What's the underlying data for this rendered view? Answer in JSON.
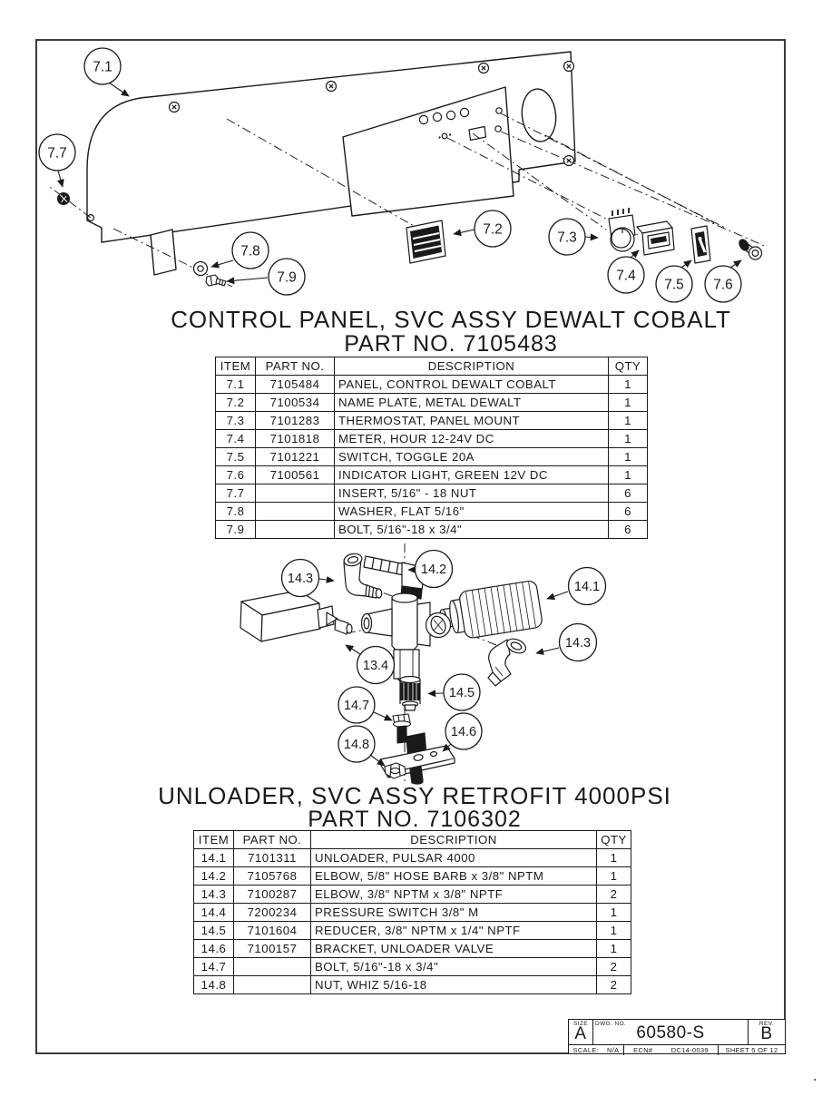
{
  "sheet": {
    "bg_color": "#ffffff",
    "line_color": "#1a1a1a",
    "frame_color": "#3a3a3a"
  },
  "assembly1": {
    "title": "CONTROL PANEL, SVC ASSY DEWALT COBALT",
    "subtitle": "PART NO. 7105483",
    "balloons": [
      "7.1",
      "7.2",
      "7.3",
      "7.4",
      "7.5",
      "7.6",
      "7.7",
      "7.8",
      "7.9"
    ],
    "table": {
      "headers": [
        "ITEM",
        "PART NO.",
        "DESCRIPTION",
        "QTY"
      ],
      "rows": [
        [
          "7.1",
          "7105484",
          "PANEL, CONTROL DEWALT COBALT",
          "1"
        ],
        [
          "7.2",
          "7100534",
          "NAME PLATE, METAL DEWALT",
          "1"
        ],
        [
          "7.3",
          "7101283",
          "THERMOSTAT, PANEL MOUNT",
          "1"
        ],
        [
          "7.4",
          "7101818",
          "METER, HOUR 12-24V DC",
          "1"
        ],
        [
          "7.5",
          "7101221",
          "SWITCH, TOGGLE 20A",
          "1"
        ],
        [
          "7.6",
          "7100561",
          "INDICATOR LIGHT, GREEN 12V DC",
          "1"
        ],
        [
          "7.7",
          "",
          "INSERT, 5/16\" - 18 NUT",
          "6"
        ],
        [
          "7.8",
          "",
          "WASHER, FLAT 5/16\"",
          "6"
        ],
        [
          "7.9",
          "",
          "BOLT, 5/16\"-18 x 3/4\"",
          "6"
        ]
      ]
    }
  },
  "assembly2": {
    "title": "UNLOADER, SVC ASSY RETROFIT 4000PSI",
    "subtitle": "PART NO. 7106302",
    "balloons": [
      "14.1",
      "14.2",
      "14.3",
      "14.3",
      "13.4",
      "14.5",
      "14.6",
      "14.7",
      "14.8"
    ],
    "table": {
      "headers": [
        "ITEM",
        "PART NO.",
        "DESCRIPTION",
        "QTY"
      ],
      "rows": [
        [
          "14.1",
          "7101311",
          "UNLOADER, PULSAR 4000",
          "1"
        ],
        [
          "14.2",
          "7105768",
          "ELBOW, 5/8\" HOSE BARB x 3/8\" NPTM",
          "1"
        ],
        [
          "14.3",
          "7100287",
          "ELBOW, 3/8\" NPTM x 3/8\" NPTF",
          "2"
        ],
        [
          "14.4",
          "7200234",
          "PRESSURE SWITCH 3/8\" M",
          "1"
        ],
        [
          "14.5",
          "7101604",
          "REDUCER, 3/8\" NPTM x 1/4\" NPTF",
          "1"
        ],
        [
          "14.6",
          "7100157",
          "BRACKET, UNLOADER VALVE",
          "1"
        ],
        [
          "14.7",
          "",
          "BOLT, 5/16\"-18 x 3/4\"",
          "2"
        ],
        [
          "14.8",
          "",
          "NUT, WHIZ 5/16-18",
          "2"
        ]
      ]
    }
  },
  "title_block": {
    "size_label": "SIZE",
    "size_value": "A",
    "dwg_label": "DWG. NO.",
    "dwg_value": "60580-S",
    "rev_label": "REV.",
    "rev_value": "B",
    "scale_label": "SCALE:",
    "scale_value": "N/A",
    "ecn_label": "ECN#",
    "ecn_value": "DC14-0039",
    "sheet_label": "SHEET 5 OF 12"
  },
  "footer": {
    "dot": "."
  }
}
